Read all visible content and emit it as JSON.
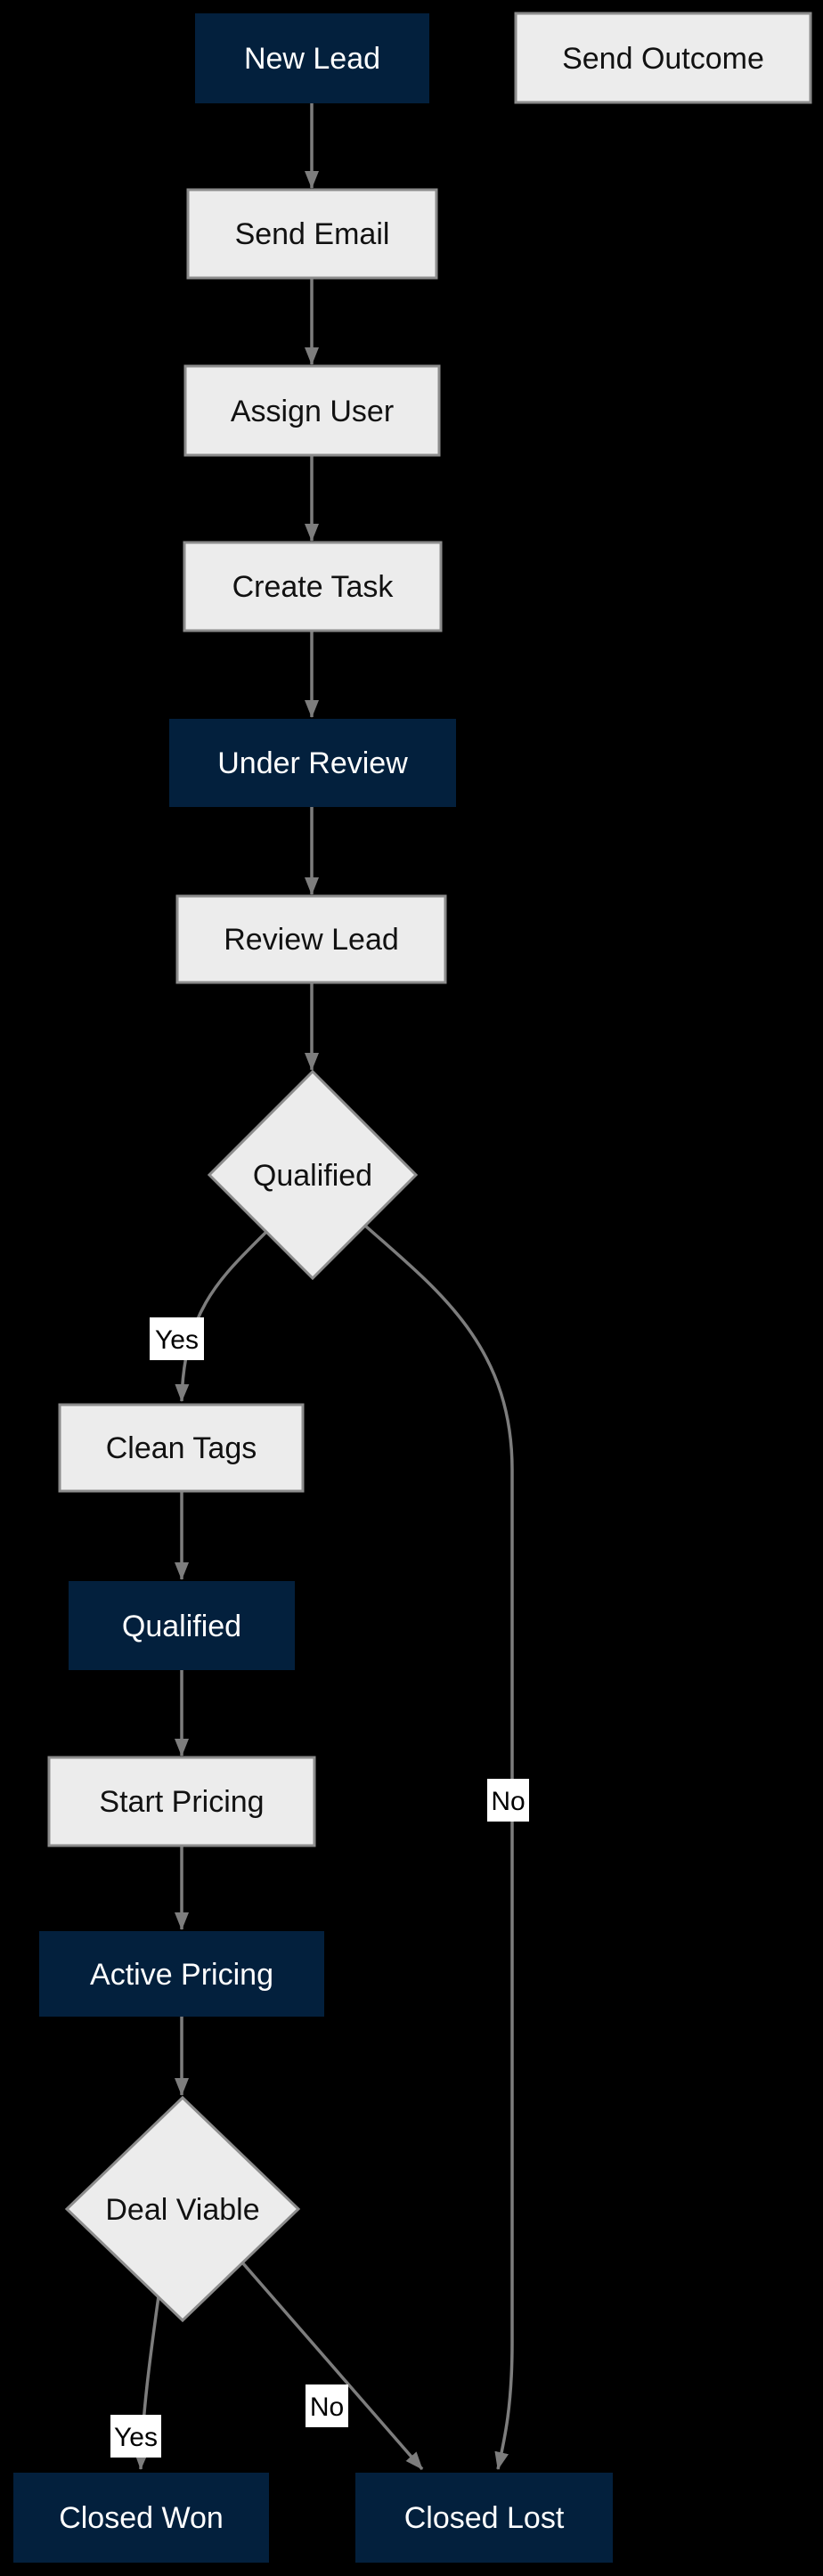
{
  "diagram": {
    "type": "flowchart",
    "background": "#000000",
    "colors": {
      "navy": "#03203d",
      "box_fill": "#ececec",
      "box_border": "#8c8c8c",
      "edge": "#7d7d7d",
      "label_bg": "#ffffff",
      "text_dark": "#111111",
      "text_light": "#ffffff"
    },
    "nodes": [
      {
        "id": "new-lead",
        "label": "New Lead",
        "shape": "rect",
        "variant": "navy"
      },
      {
        "id": "send-outcome",
        "label": "Send Outcome",
        "shape": "rect",
        "variant": "light"
      },
      {
        "id": "send-email",
        "label": "Send Email",
        "shape": "rect",
        "variant": "light"
      },
      {
        "id": "assign-user",
        "label": "Assign User",
        "shape": "rect",
        "variant": "light"
      },
      {
        "id": "create-task",
        "label": "Create Task",
        "shape": "rect",
        "variant": "light"
      },
      {
        "id": "under-review",
        "label": "Under Review",
        "shape": "rect",
        "variant": "navy"
      },
      {
        "id": "review-lead",
        "label": "Review Lead",
        "shape": "rect",
        "variant": "light"
      },
      {
        "id": "qualified-decision",
        "label": "Qualified",
        "shape": "diamond",
        "variant": "light"
      },
      {
        "id": "clean-tags",
        "label": "Clean Tags",
        "shape": "rect",
        "variant": "light"
      },
      {
        "id": "qualified-state",
        "label": "Qualified",
        "shape": "rect",
        "variant": "navy"
      },
      {
        "id": "start-pricing",
        "label": "Start Pricing",
        "shape": "rect",
        "variant": "light"
      },
      {
        "id": "active-pricing",
        "label": "Active Pricing",
        "shape": "rect",
        "variant": "navy"
      },
      {
        "id": "deal-viable",
        "label": "Deal Viable",
        "shape": "diamond",
        "variant": "light"
      },
      {
        "id": "closed-won",
        "label": "Closed Won",
        "shape": "rect",
        "variant": "navy"
      },
      {
        "id": "closed-lost",
        "label": "Closed Lost",
        "shape": "rect",
        "variant": "navy"
      }
    ],
    "edge_labels": [
      {
        "id": "qualified-yes",
        "text": "Yes"
      },
      {
        "id": "qualified-no",
        "text": "No"
      },
      {
        "id": "deal-viable-yes",
        "text": "Yes"
      },
      {
        "id": "deal-viable-no",
        "text": "No"
      }
    ]
  }
}
